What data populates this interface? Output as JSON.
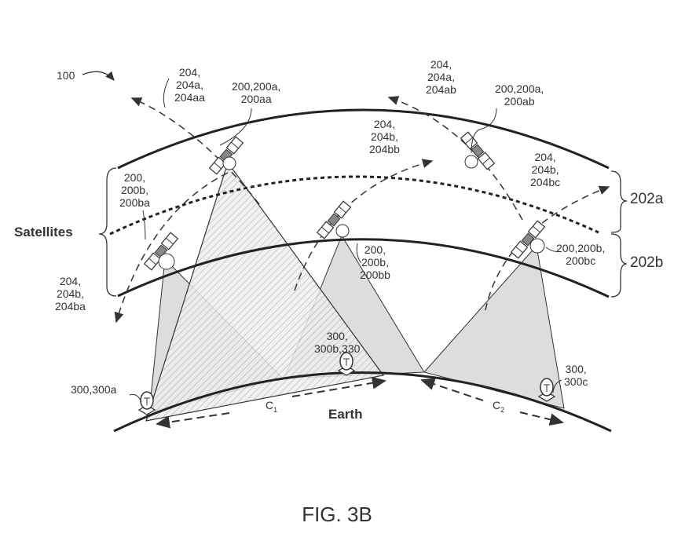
{
  "figure": {
    "caption": "FIG. 3B",
    "system_ref": "100",
    "satellites_label": "Satellites",
    "earth_label": "Earth",
    "orbits": [
      "202a",
      "202b"
    ],
    "coverage": [
      {
        "label": "C",
        "sub": "1"
      },
      {
        "label": "C",
        "sub": "2"
      }
    ],
    "satellite_labels": {
      "aa": "200,200a,\n200aa",
      "ab": "200,200a,\n200ab",
      "ba": "200,\n200b,\n200ba",
      "bb": "200,\n200b,\n200bb",
      "bc": "200,200b,\n200bc"
    },
    "path_labels": {
      "aa": "204,\n204a,\n204aa",
      "ab": "204,\n204a,\n204ab",
      "ba": "204,\n204b,\n204ba",
      "bb": "204,\n204b,\n204bb",
      "bc": "204,\n204b,\n204bc"
    },
    "terminal_labels": {
      "a": "300,300a",
      "b": "300,\n300b,330",
      "c": "300,\n300c"
    }
  }
}
